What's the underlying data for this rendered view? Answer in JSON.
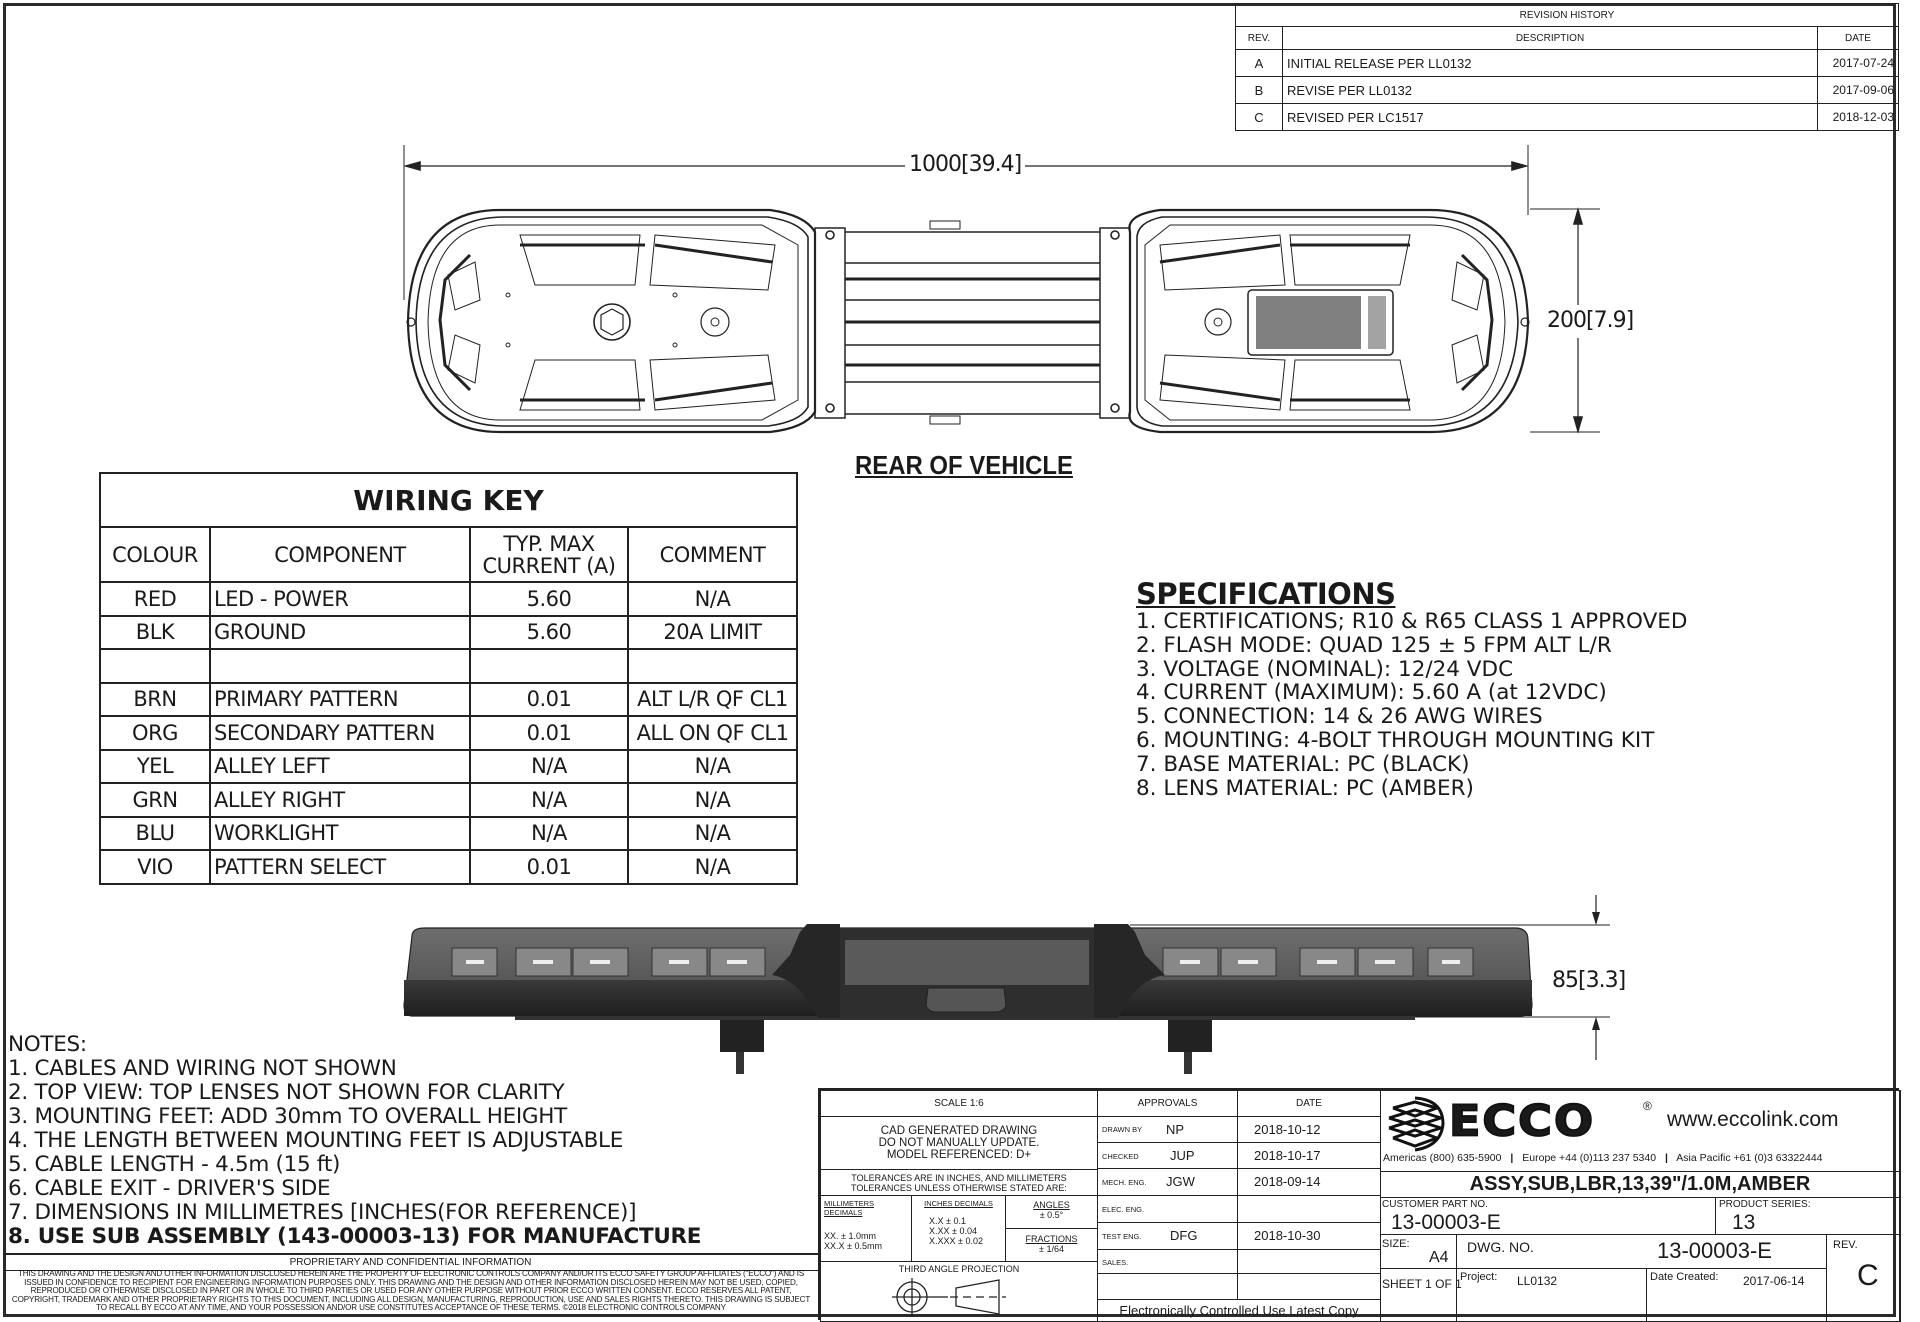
{
  "revision_history": {
    "title": "REVISION HISTORY",
    "headers": {
      "rev": "REV.",
      "description": "DESCRIPTION",
      "date": "DATE"
    },
    "rows": [
      {
        "rev": "A",
        "description": "INITIAL RELEASE PER LL0132",
        "date": "2017-07-24"
      },
      {
        "rev": "B",
        "description": "REVISE PER LL0132",
        "date": "2017-09-06"
      },
      {
        "rev": "C",
        "description": "REVISED PER LC1517",
        "date": "2018-12-03"
      }
    ]
  },
  "top_view": {
    "width_dim": "1000",
    "width_dim_in": "39.4",
    "depth_dim": "200",
    "depth_dim_in": "7.9",
    "label": "REAR OF VEHICLE"
  },
  "side_view": {
    "height_dim": "85",
    "height_dim_in": "3.3"
  },
  "wiring_key": {
    "title": "WIRING KEY",
    "headers": [
      "COLOUR",
      "COMPONENT",
      "TYP. MAX",
      "CURRENT (A)",
      "COMMENT"
    ],
    "rows": [
      {
        "colour": "RED",
        "component": "LED - POWER",
        "current": "5.60",
        "comment": "N/A"
      },
      {
        "colour": "BLK",
        "component": "GROUND",
        "current": "5.60",
        "comment": "20A LIMIT"
      },
      {
        "colour": "",
        "component": "",
        "current": "",
        "comment": ""
      },
      {
        "colour": "BRN",
        "component": "PRIMARY PATTERN",
        "current": "0.01",
        "comment": "ALT L/R QF CL1"
      },
      {
        "colour": "ORG",
        "component": "SECONDARY PATTERN",
        "current": "0.01",
        "comment": "ALL ON QF CL1"
      },
      {
        "colour": "YEL",
        "component": "ALLEY LEFT",
        "current": "N/A",
        "comment": "N/A"
      },
      {
        "colour": "GRN",
        "component": "ALLEY RIGHT",
        "current": "N/A",
        "comment": "N/A"
      },
      {
        "colour": "BLU",
        "component": "WORKLIGHT",
        "current": "N/A",
        "comment": "N/A"
      },
      {
        "colour": "VIO",
        "component": "PATTERN SELECT",
        "current": "0.01",
        "comment": "N/A"
      }
    ]
  },
  "specifications": {
    "title": "SPECIFICATIONS",
    "items": [
      "1. CERTIFICATIONS; R10 & R65 CLASS 1 APPROVED",
      "2. FLASH MODE: QUAD 125 ± 5 FPM ALT L/R",
      "3. VOLTAGE (NOMINAL): 12/24 VDC",
      "4. CURRENT (MAXIMUM): 5.60 A (at 12VDC)",
      "5. CONNECTION: 14 & 26 AWG WIRES",
      "6. MOUNTING: 4-BOLT THROUGH MOUNTING KIT",
      "7. BASE MATERIAL: PC (BLACK)",
      "8. LENS MATERIAL: PC (AMBER)"
    ]
  },
  "notes": {
    "title": "NOTES:",
    "items": [
      "1. CABLES AND WIRING NOT SHOWN",
      "2. TOP VIEW: TOP LENSES NOT SHOWN FOR CLARITY",
      "3. MOUNTING FEET:  ADD 30mm TO OVERALL HEIGHT",
      "4. THE LENGTH BETWEEN MOUNTING FEET IS ADJUSTABLE",
      "5. CABLE LENGTH - 4.5m (15 ft)",
      "6. CABLE EXIT - DRIVER'S SIDE",
      "7. DIMENSIONS IN MILLIMETRES [INCHES(FOR REFERENCE)]",
      "8. USE SUB ASSEMBLY (143-00003-13) FOR MANUFACTURE"
    ]
  },
  "proprietary": {
    "title": "PROPRIETARY AND CONFIDENTIAL INFORMATION",
    "text": "THIS DRAWING AND THE DESIGN AND OTHER INFORMATION DISCLOSED HEREIN ARE THE PROPERTY OF ELECTRONIC CONTROLS COMPANY AND/OR ITS ECCO SAFETY GROUP AFFILIATES (\"ECCO\") AND IS ISSUED IN CONFIDENCE TO RECIPIENT FOR ENGINEERING INFORMATION PURPOSES ONLY. THIS DRAWING AND THE DESIGN AND OTHER INFORMATION DISCLOSED HEREIN MAY NOT BE USED, COPIED, REPRODUCED OR OTHERWISE DISCLOSED IN PART OR IN WHOLE TO THIRD PARTIES OR USED FOR ANY OTHER PURPOSE WITHOUT PRIOR ECCO WRITTEN CONSENT.  ECCO RESERVES ALL PATENT, COPYRIGHT, TRADEMARK AND OTHER PROPRIETARY RIGHTS TO THIS DOCUMENT, INCLUDING ALL DESIGN, MANUFACTURING, REPRODUCTION, USE AND SALES RIGHTS THERETO.  THIS DRAWING IS SUBJECT TO RECALL BY ECCO AT ANY TIME, AND YOUR POSSESSION AND/OR USE CONSTITUTES ACCEPTANCE OF THESE TERMS.  ©2018 ELECTRONIC CONTROLS COMPANY"
  },
  "title_block": {
    "scale": "SCALE 1:6",
    "cad_note": [
      "CAD GENERATED DRAWING",
      "DO NOT MANUALLY UPDATE.",
      "MODEL REFERENCED: D+"
    ],
    "tolerance_note": [
      "TOLERANCES ARE IN INCHES, AND MILLIMETERS",
      "TOLERANCES UNLESS OTHERWISE STATED ARE:"
    ],
    "mm_decimals": {
      "label": "MILLIMETERS DECIMALS",
      "lines": [
        "XX. ±   1.0mm",
        "XX.X ±  0.5mm"
      ]
    },
    "inch_decimals": {
      "label": "INCHES DECIMALS",
      "lines": [
        "X.X ± 0.1",
        "X.XX ± 0.04",
        "X.XXX ± 0.02"
      ]
    },
    "angles": {
      "label": "ANGLES",
      "value": "± 0.5°"
    },
    "fractions": {
      "label": "FRACTIONS",
      "value": "± 1/64"
    },
    "projection": "THIRD ANGLE PROJECTION",
    "approvals_header": "APPROVALS",
    "date_header": "DATE",
    "approvals": [
      {
        "role": "DRAWN BY",
        "name": "NP",
        "date": "2018-10-12"
      },
      {
        "role": "CHECKED",
        "name": "JUP",
        "date": "2018-10-17"
      },
      {
        "role": "MECH. ENG.",
        "name": "JGW",
        "date": "2018-09-14"
      },
      {
        "role": "ELEC. ENG.",
        "name": "",
        "date": ""
      },
      {
        "role": "TEST ENG.",
        "name": "DFG",
        "date": "2018-10-30"
      },
      {
        "role": "SALES.",
        "name": "",
        "date": ""
      },
      {
        "role": "",
        "name": "",
        "date": ""
      }
    ],
    "electronic_note": "Electronically Controlled Use Latest Copy",
    "company": {
      "logo_text": "ECCO",
      "registered": "®",
      "website": "www.eccolink.com",
      "phones": [
        "Americas  (800) 635-5900",
        "Europe  +44 (0)113 237 5340",
        "Asia Pacific  +61 (0)3 63322444"
      ]
    },
    "description": "ASSY,SUB,LBR,13,39\"/1.0M,AMBER",
    "customer_part_label": "CUSTOMER PART NO.",
    "customer_part": "13-00003-E",
    "product_series_label": "PRODUCT SERIES:",
    "product_series": "13",
    "size_label": "SIZE:",
    "size": "A4",
    "dwg_no_label": "DWG.  NO.",
    "dwg_no": "13-00003-E",
    "rev_label": "REV.",
    "rev": "C",
    "sheet": "SHEET 1 OF 1",
    "project_label": "Project:",
    "project": "LL0132",
    "date_created_label": "Date Created:",
    "date_created": "2017-06-14"
  }
}
